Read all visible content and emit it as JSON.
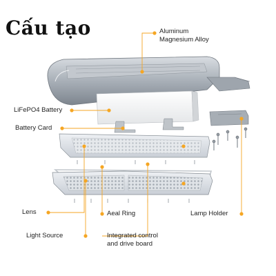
{
  "title": "Cấu tạo",
  "accent_color": "#f5a623",
  "labels": {
    "aluminum": "Aluminum Magnesium Alloy",
    "aluminum_line1": "Aluminum",
    "aluminum_line2": "Magnesium Alloy",
    "battery": "LiFePO4 Battery",
    "battery_card": "Battery Card",
    "lens": "Lens",
    "aeal_ring": "Aeal Ring",
    "lamp_holder": "Lamp Holder",
    "light_source": "Light Source",
    "control_line1": "Integrated control",
    "control_line2": "and drive board"
  },
  "icons": [
    "street-light-housing",
    "battery-pack",
    "battery-bracket",
    "lens-panel",
    "led-light-source",
    "lamp-holder-bracket",
    "screws"
  ]
}
